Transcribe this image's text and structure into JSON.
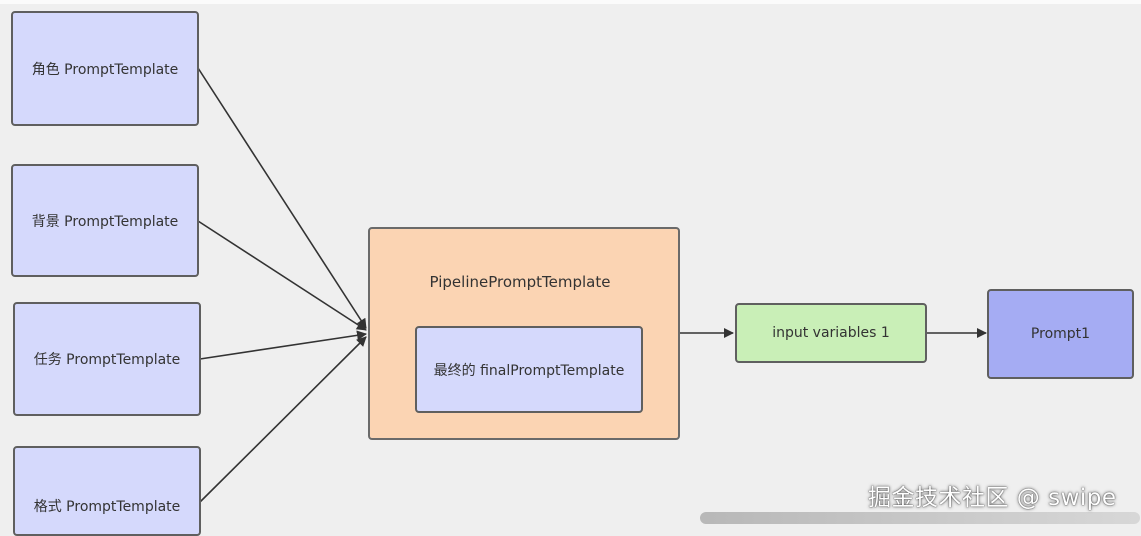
{
  "nodes": {
    "role": "角色 PromptTemplate",
    "background": "背景 PromptTemplate",
    "task": "任务 PromptTemplate",
    "format": "格式 PromptTemplate",
    "pipeline": "PipelinePromptTemplate",
    "final": "最终的 finalPromptTemplate",
    "input_variables": "input variables 1",
    "prompt": "Prompt1"
  },
  "watermark": "掘金技术社区 @ swipe",
  "colors": {
    "source_fill": "#d5d9fc",
    "pipeline_fill": "#fbd4b3",
    "variables_fill": "#c9efb7",
    "prompt_fill": "#a5acf3",
    "edge": "#333333"
  }
}
